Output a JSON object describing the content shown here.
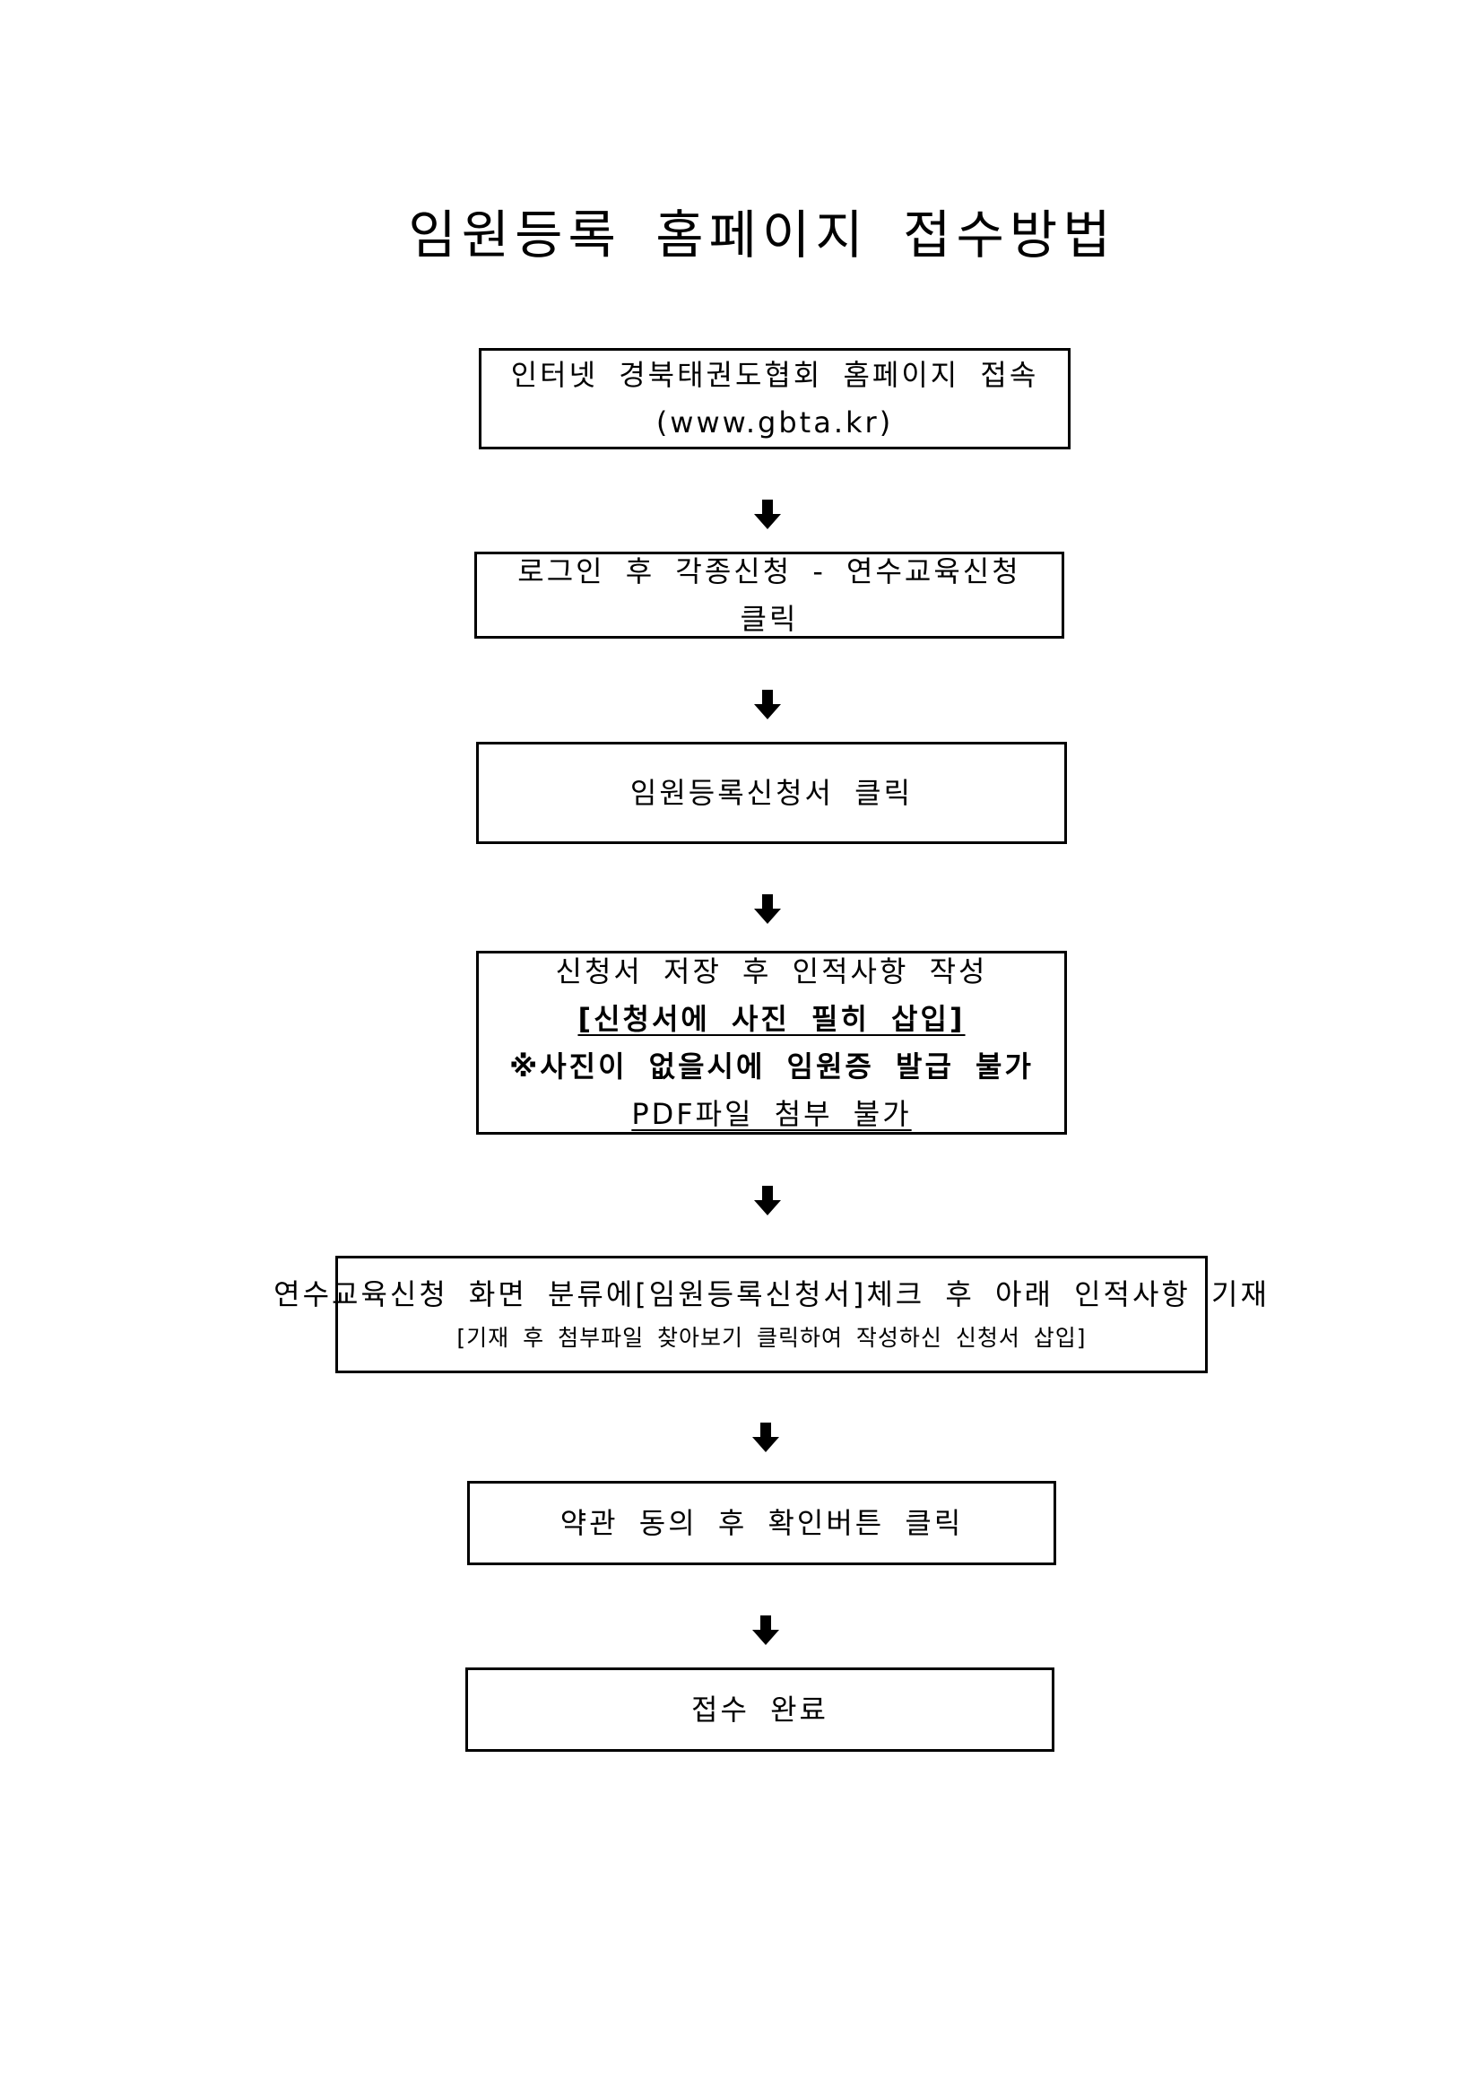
{
  "title": "임원등록 홈페이지 접수방법",
  "steps": [
    {
      "lines": [
        "인터넷 경북태권도협회 홈페이지 접속",
        "(www.gbta.kr)"
      ]
    },
    {
      "lines": [
        "로그인 후 각종신청 - 연수교육신청",
        "클릭"
      ]
    },
    {
      "lines": [
        "임원등록신청서 클릭"
      ]
    },
    {
      "lines": [
        "신청서 저장 후 인적사항 작성",
        "[신청서에 사진 필히 삽입]",
        "※사진이 없을시에 임원증 발급 불가",
        "PDF파일 첨부 불가"
      ]
    },
    {
      "lines": [
        "연수교육신청 화면 분류에[임원등록신청서]체크 후 아래 인적사항 기재",
        "[기재 후 첨부파일 찾아보기 클릭하여 작성하신 신청서 삽입]"
      ]
    },
    {
      "lines": [
        "약관 동의 후 확인버튼 클릭"
      ]
    },
    {
      "lines": [
        "접수 완료"
      ]
    }
  ],
  "arrow_icon": "down-arrow-icon"
}
